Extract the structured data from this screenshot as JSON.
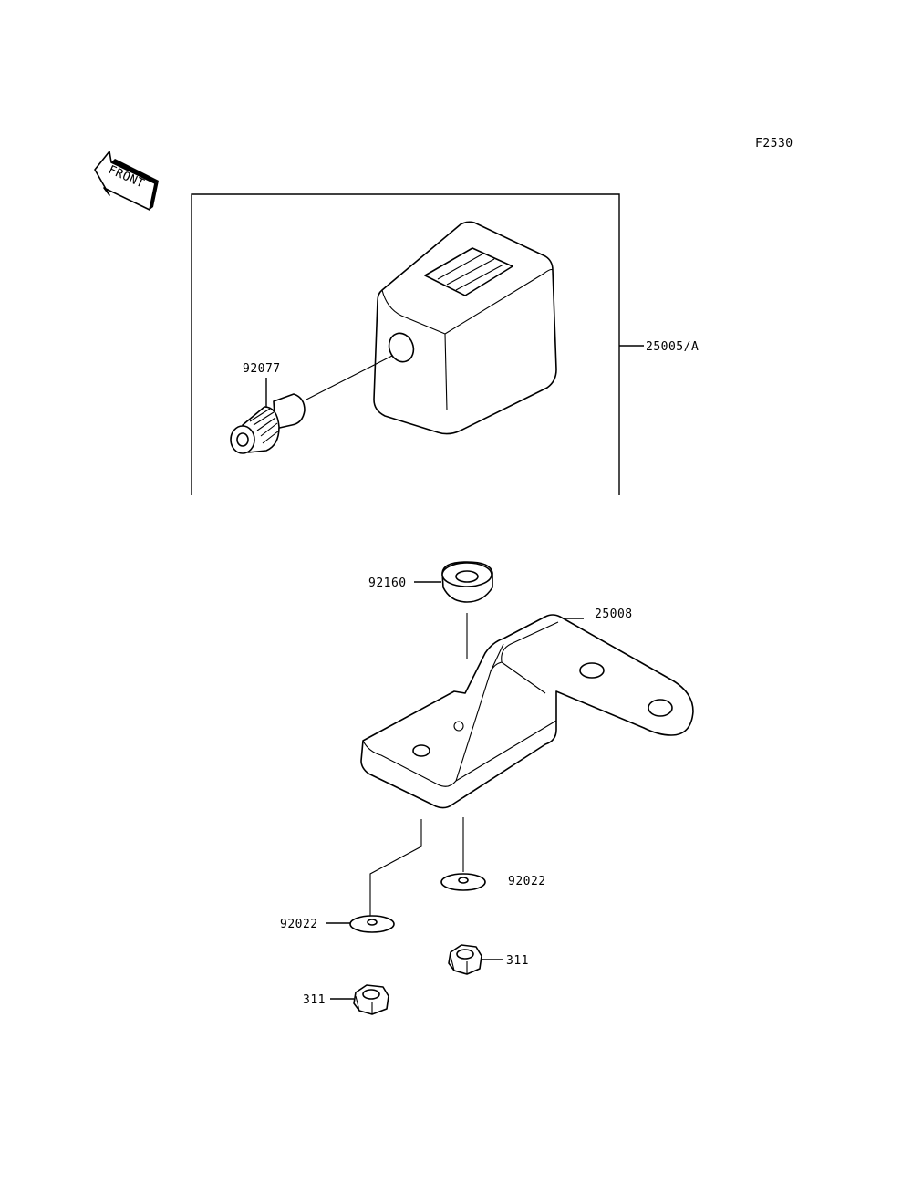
{
  "figure_code": "F2530",
  "front_arrow_label": "FRONT",
  "labels": {
    "meter_assembly": "25005/A",
    "fitting": "92077",
    "grommet": "92160",
    "bracket": "25008",
    "washer_right": "92022",
    "washer_left": "92022",
    "nut_right": "311",
    "nut_left": "311"
  }
}
